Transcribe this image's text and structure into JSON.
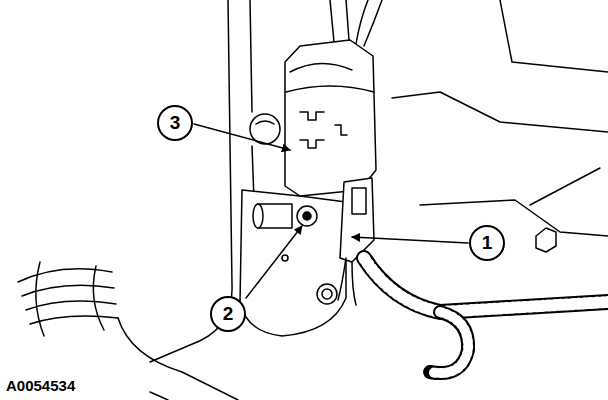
{
  "diagram": {
    "labels": [
      "3",
      "1",
      "2",
      "A0054534"
    ]
  }
}
